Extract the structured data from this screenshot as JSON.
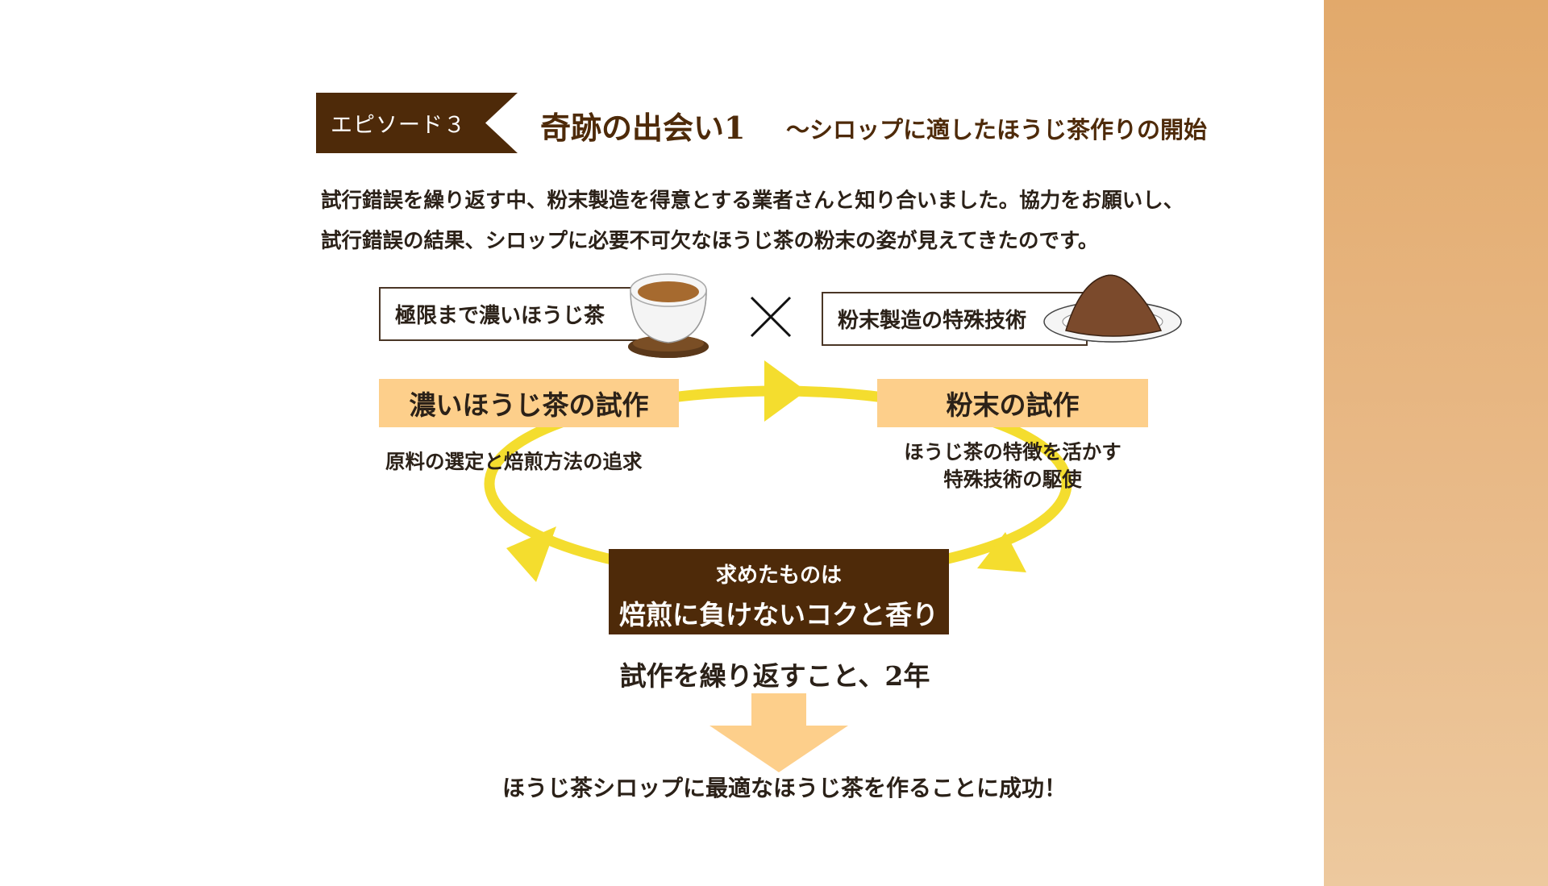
{
  "header": {
    "episode_label": "エピソード３",
    "title_main": "奇跡の出会い1",
    "title_sub": "～シロップに適したほうじ茶作りの開始"
  },
  "intro": {
    "line1": "試行錯誤を繰り返す中、粉末製造を得意とする業者さんと知り合いました。協力をお願いし、",
    "line2": "試行錯誤の結果、シロップに必要不可欠なほうじ茶の粉末の姿が見えてきたのです。"
  },
  "ingredients": {
    "left": "極限まで濃いほうじ茶",
    "right": "粉末製造の特殊技術",
    "operator": "×"
  },
  "cycle": {
    "step1_label": "濃いほうじ茶の試作",
    "step1_desc": "原料の選定と焙煎方法の追求",
    "step2_label": "粉末の試作",
    "step2_desc_line1": "ほうじ茶の特徴を活かす",
    "step2_desc_line2": "特殊技術の駆使",
    "goal_small": "求めたものは",
    "goal_big": "焙煎に負けないコクと香り"
  },
  "repeat_text": "試作を繰り返すこと、2年",
  "result_text": "ほうじ茶シロップに最適なほうじ茶を作ることに成功！",
  "colors": {
    "brown": "#4e2a09",
    "label_bg": "#fdcf8b",
    "cycle_yellow": "#f4dd2e",
    "side_strip": "#e2a96b"
  }
}
